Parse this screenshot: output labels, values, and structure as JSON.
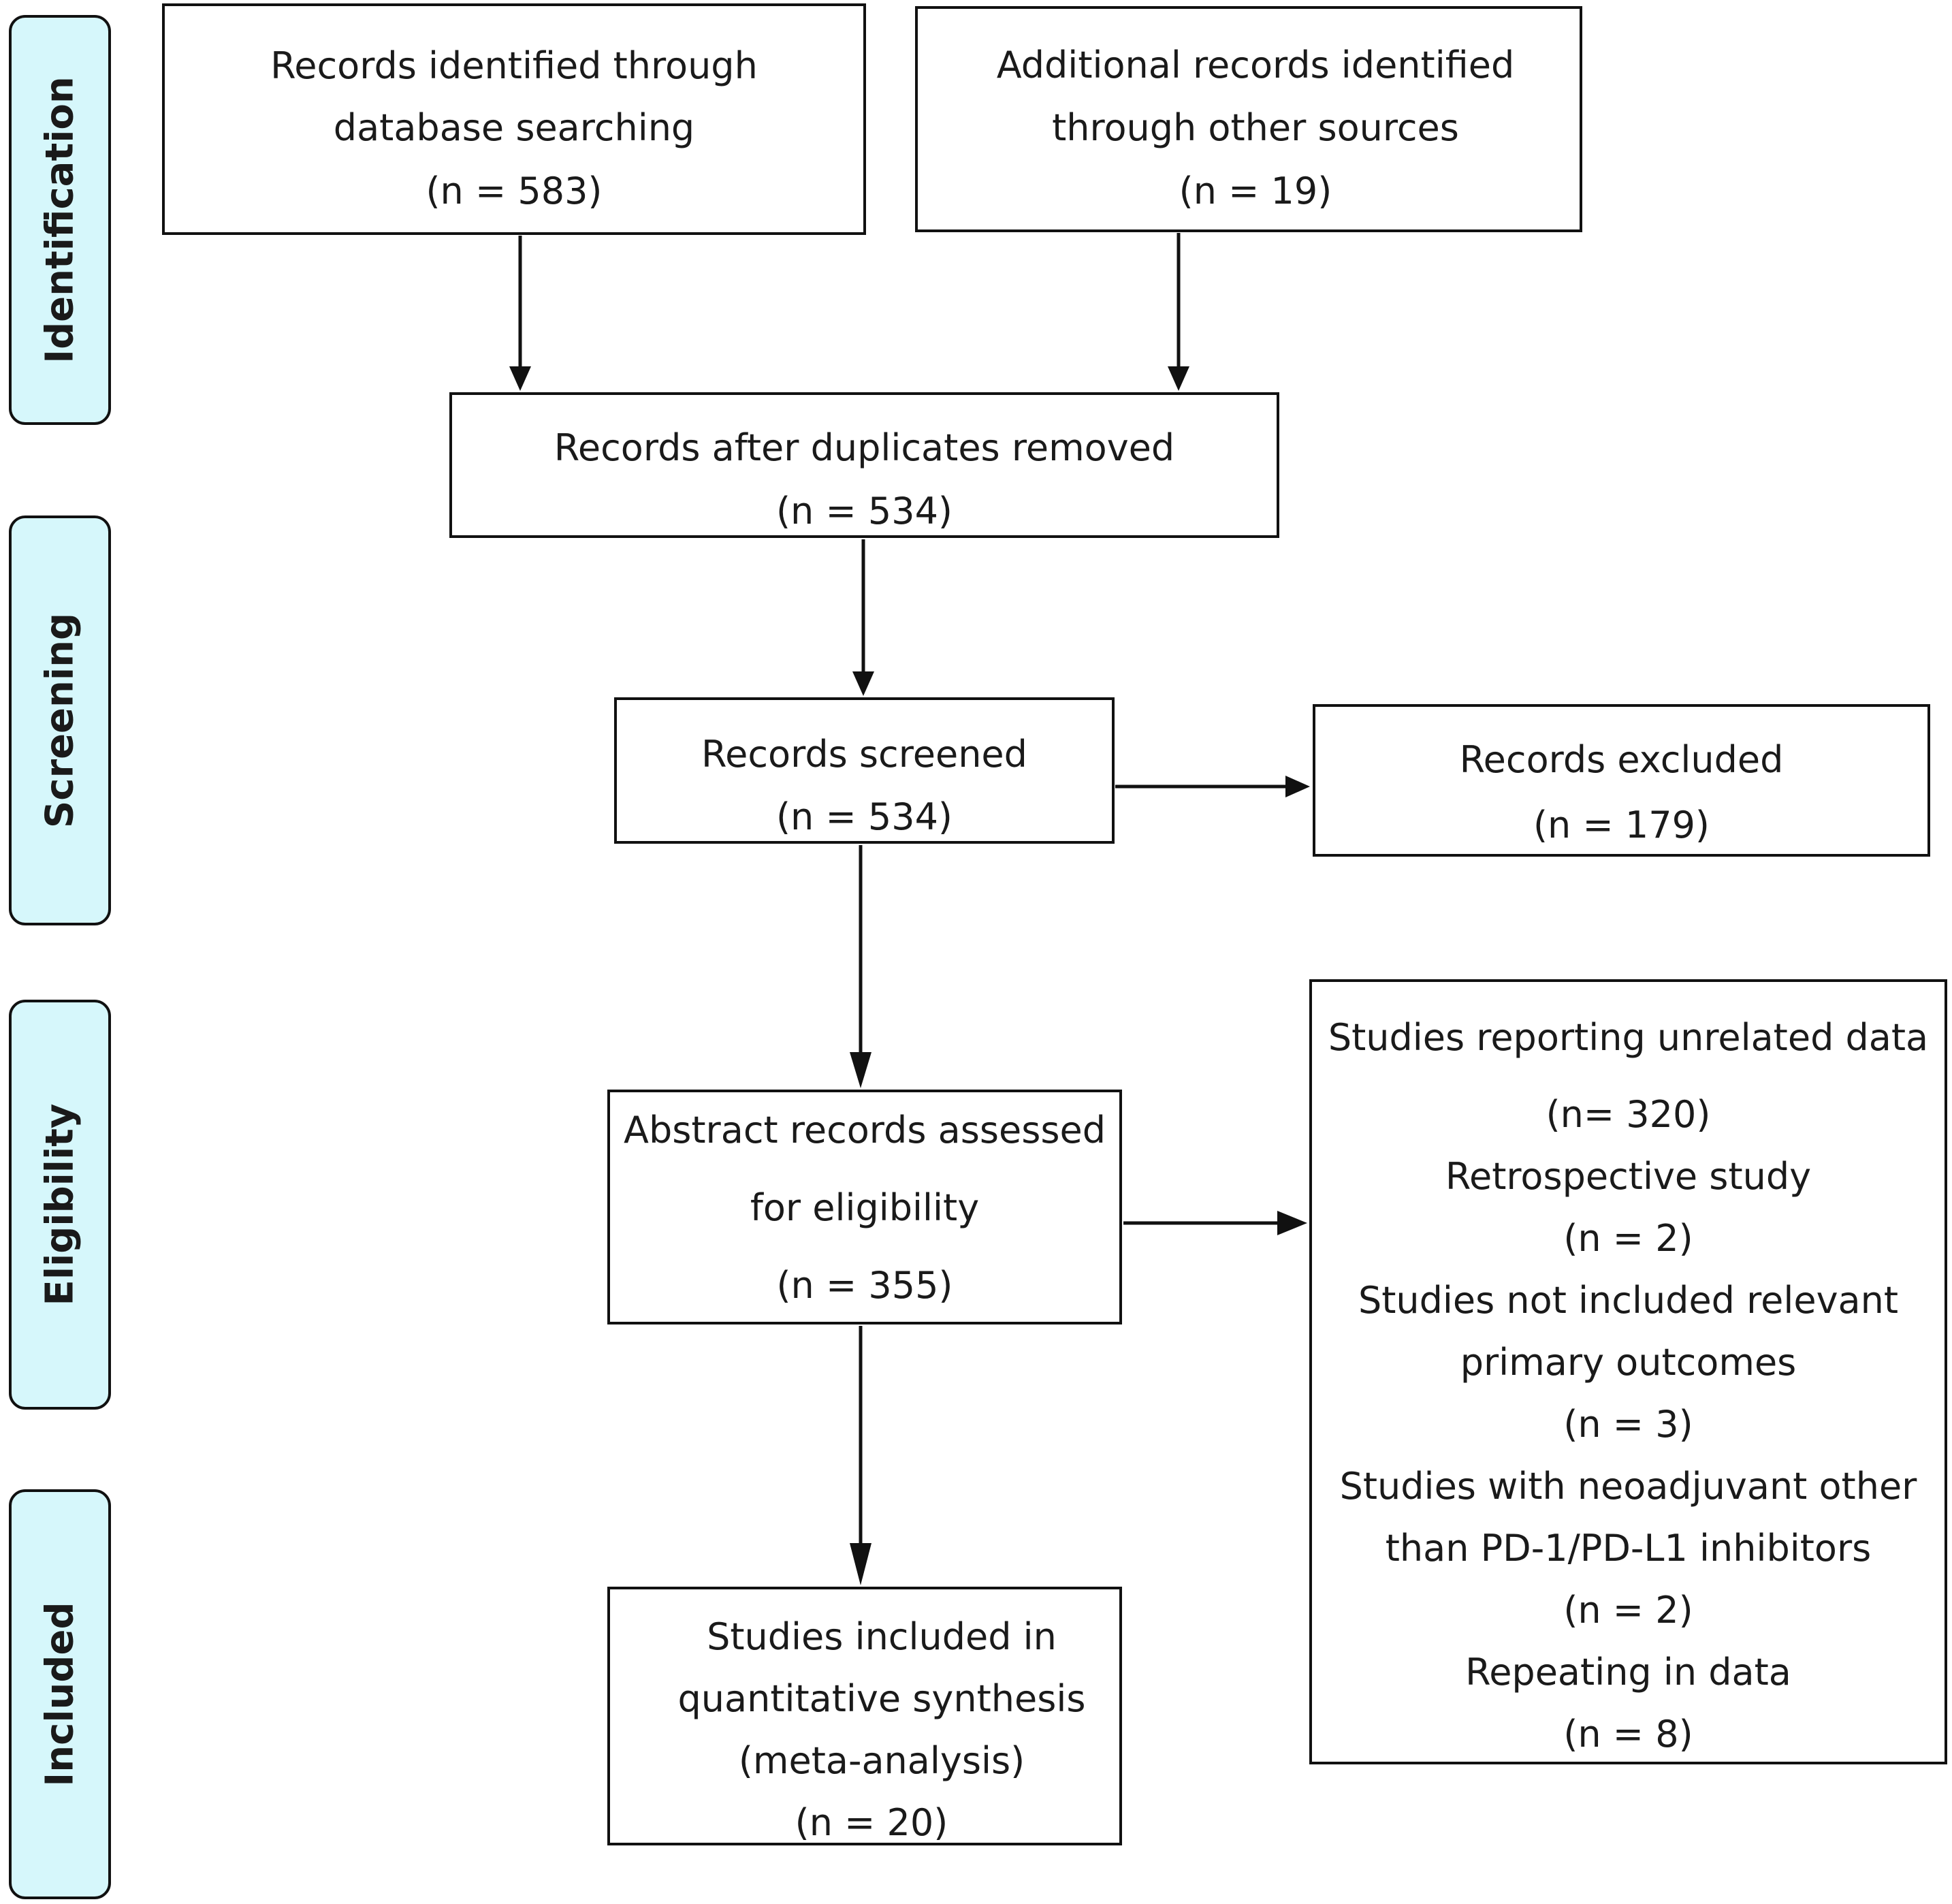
{
  "phases": {
    "identification": "Identification",
    "screening": "Screening",
    "eligibility": "Eligibility",
    "included": "Included"
  },
  "boxes": {
    "database_records": {
      "line1": "Records identified through",
      "line2": "database searching",
      "count": "(n = 583)"
    },
    "other_records": {
      "line1": "Additional records identified",
      "line2": "through other sources",
      "count": "(n = 19)"
    },
    "after_duplicates": {
      "line1": "Records after duplicates removed",
      "count": "(n = 534)"
    },
    "screened": {
      "line1": "Records screened",
      "count": "(n = 534)"
    },
    "excluded": {
      "line1": "Records excluded",
      "count": "(n = 179)"
    },
    "assessed": {
      "line1": "Abstract records assessed",
      "line2": "for eligibility",
      "count": "(n = 355)"
    },
    "exclusion_reasons": {
      "r1": "Studies reporting unrelated data",
      "r1_count": "(n= 320)",
      "r2": "Retrospective study",
      "r2_count": "(n = 2)",
      "r3_line1": "Studies not included relevant",
      "r3_line2": "primary outcomes",
      "r3_count": "(n = 3)",
      "r4_line1": "Studies with neoadjuvant other",
      "r4_line2": "than PD-1/PD-L1 inhibitors",
      "r4_count": "(n = 2)",
      "r5": "Repeating in data",
      "r5_count": "(n = 8)"
    },
    "included": {
      "line1": "Studies included in",
      "line2": "quantitative synthesis",
      "line3": "(meta-analysis)",
      "count": "(n = 20)"
    }
  }
}
